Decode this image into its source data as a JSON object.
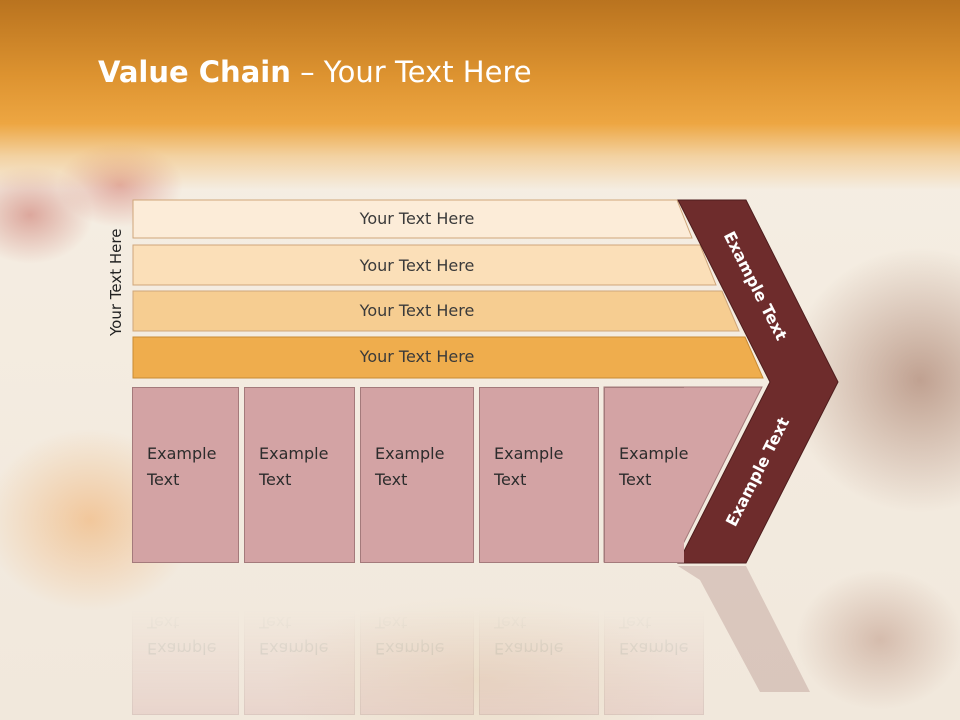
{
  "title": {
    "bold": "Value Chain",
    "rest": " – Your Text Here"
  },
  "side_label": "Your Text Here",
  "rows": [
    {
      "label": "Your Text Here",
      "color": "#fcecd8"
    },
    {
      "label": "Your Text Here",
      "color": "#fbdfb8"
    },
    {
      "label": "Your Text Here",
      "color": "#f6cd91"
    },
    {
      "label": "Your Text Here",
      "color": "#efad4d"
    }
  ],
  "boxes": [
    {
      "line1": "Example",
      "line2": "Text"
    },
    {
      "line1": "Example",
      "line2": "Text"
    },
    {
      "line1": "Example",
      "line2": "Text"
    },
    {
      "line1": "Example",
      "line2": "Text"
    },
    {
      "line1": "Example",
      "line2": "Text"
    }
  ],
  "chevron": {
    "upper": "Example Text",
    "lower": "Example Text",
    "color": "#6e2c2c"
  }
}
